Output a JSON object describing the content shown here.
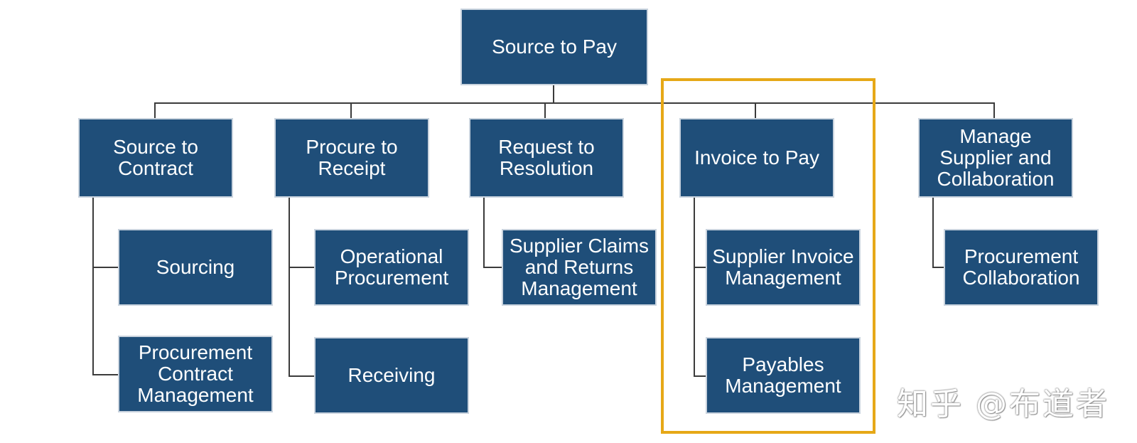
{
  "root": {
    "label": "Source to Pay"
  },
  "branches": [
    {
      "label": "Source to\nContract",
      "children": [
        "Sourcing",
        "Procurement\nContract\nManagement"
      ]
    },
    {
      "label": "Procure to\nReceipt",
      "children": [
        "Operational\nProcurement",
        "Receiving"
      ]
    },
    {
      "label": "Request to\nResolution",
      "children": [
        "Supplier Claims\nand Returns\nManagement"
      ]
    },
    {
      "label": "Invoice to Pay",
      "children": [
        "Supplier Invoice\nManagement",
        "Payables\nManagement"
      ]
    },
    {
      "label": "Manage\nSupplier and\nCollaboration",
      "children": [
        "Procurement\nCollaboration"
      ]
    }
  ],
  "highlight": {
    "branch": "Invoice to Pay",
    "color": "#e6a817"
  },
  "colors": {
    "node_fill": "#1f4e79",
    "node_border": "#c9d3de",
    "connector": "#3b3b3b",
    "text": "#ffffff"
  },
  "watermark": "知乎 @布道者"
}
